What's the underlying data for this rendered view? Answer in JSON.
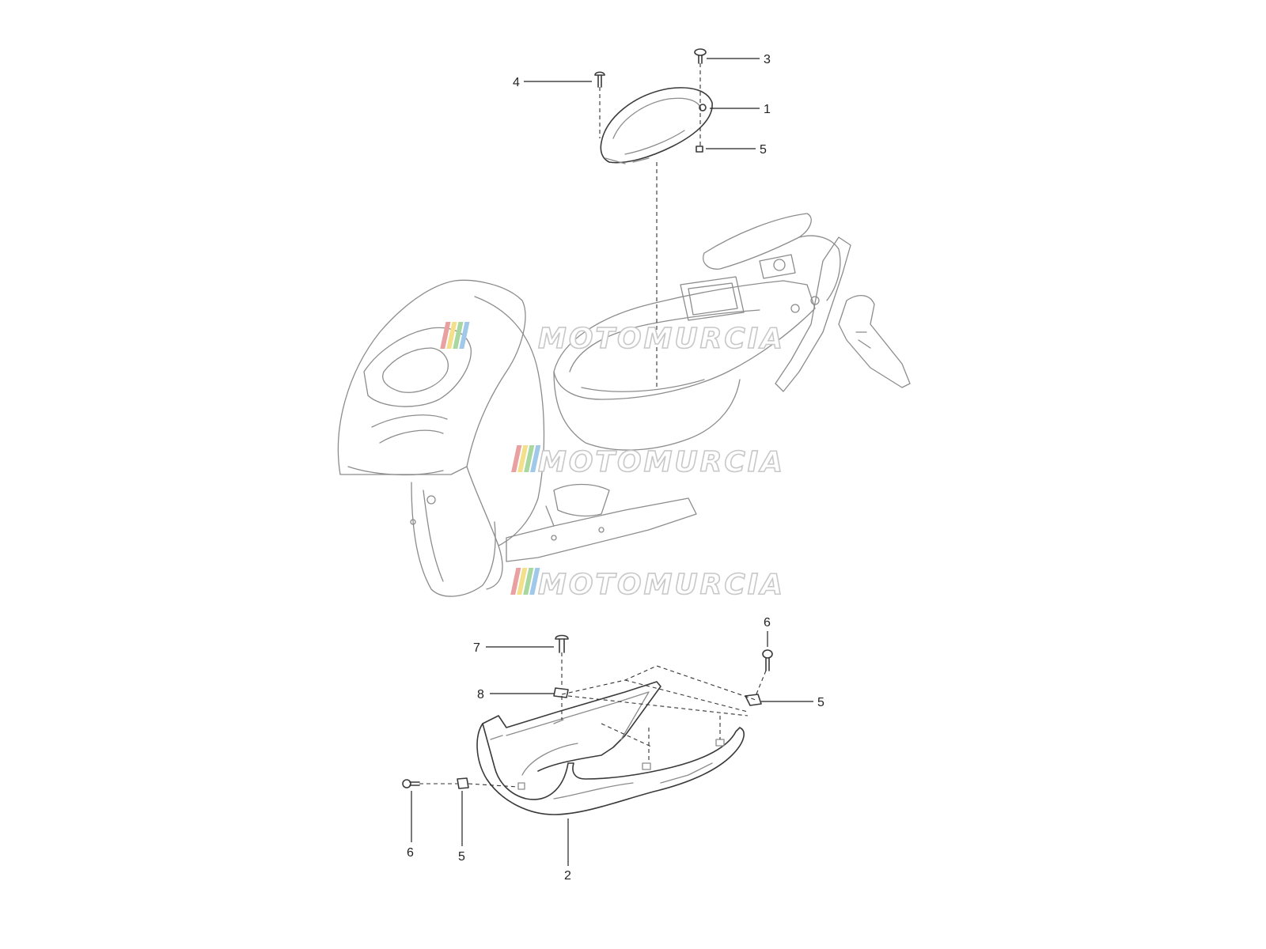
{
  "watermark": {
    "text": "MOTOMURCIA",
    "stripe_colors": [
      "#e8a0a0",
      "#f4e08a",
      "#a8d8a0",
      "#a0c8e8"
    ]
  },
  "callouts": [
    {
      "id": "c3",
      "label": "3"
    },
    {
      "id": "c4",
      "label": "4"
    },
    {
      "id": "c1",
      "label": "1"
    },
    {
      "id": "c5a",
      "label": "5"
    },
    {
      "id": "c6a",
      "label": "6"
    },
    {
      "id": "c7",
      "label": "7"
    },
    {
      "id": "c8",
      "label": "8"
    },
    {
      "id": "c5b",
      "label": "5"
    },
    {
      "id": "c6b",
      "label": "6"
    },
    {
      "id": "c5c",
      "label": "5"
    },
    {
      "id": "c2",
      "label": "2"
    }
  ]
}
